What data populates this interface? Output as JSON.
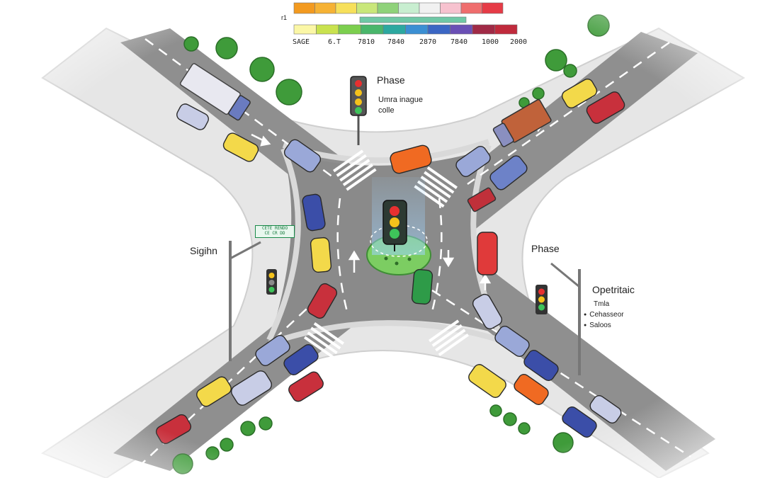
{
  "labels": {
    "phase_top": "Phase",
    "top_caption_1": "Umra inague",
    "top_caption_2": "colle",
    "signin": "Sigihn",
    "phase_right": "Phase",
    "operational": "Opetritaic",
    "list_title": "Tmla",
    "list_item_1": "Cehasseor",
    "list_item_2": "Saloos"
  },
  "sign_board": {
    "line1": "CETE RENDO",
    "line2": "CE CR DD"
  },
  "legend": {
    "marker": "r1",
    "row1_colors": [
      "#f39a1f",
      "#f6b234",
      "#f7e05a",
      "#c9e77a",
      "#8fd27a",
      "#c8eed0",
      "#f1f1f1",
      "#f7c2cf",
      "#ef6d6d",
      "#e63b46"
    ],
    "row2_colors": [
      "#fbf7a6",
      "#c9e24e",
      "#7ccf4e",
      "#49b66b",
      "#2ca8a0",
      "#3b8fd3",
      "#3b66c4",
      "#6a4fb5",
      "#a02a46",
      "#c02a3c"
    ],
    "ticks": [
      "SAGE",
      "6.T",
      "7810",
      "7840",
      "2870",
      "7840",
      "1000",
      "2000"
    ]
  },
  "colors": {
    "road": "#8b8b8b",
    "asphalt_shade": "#7a7a7a",
    "sidewalk": "#dcdcdc",
    "grass": "#4fae46",
    "tree": "#3f9b3a",
    "island": "#7ccd62",
    "signal_red": "#e83030",
    "signal_yellow": "#f4c21b",
    "signal_green": "#3ec35a"
  },
  "icons": [
    "traffic-light-icon",
    "car-icon",
    "truck-icon",
    "tree-icon",
    "crosswalk-icon",
    "arrow-icon"
  ]
}
